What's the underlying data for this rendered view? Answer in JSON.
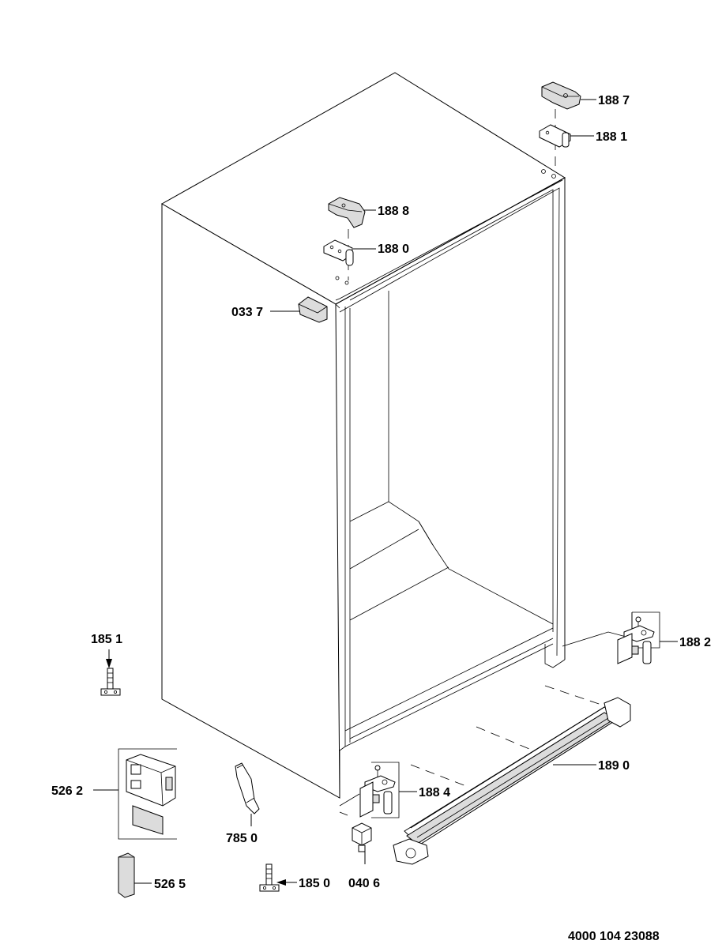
{
  "labels": {
    "p1887": "188 7",
    "p1881": "188 1",
    "p1888": "188 8",
    "p1880": "188 0",
    "p0337": "033 7",
    "p1851": "185 1",
    "p1882": "188 2",
    "p1890": "189 0",
    "p1884": "188 4",
    "p5262": "526 2",
    "p7850": "785 0",
    "p5265": "526 5",
    "p1850": "185 0",
    "p0406": "040 6"
  },
  "document_number": "4000 104 23088"
}
